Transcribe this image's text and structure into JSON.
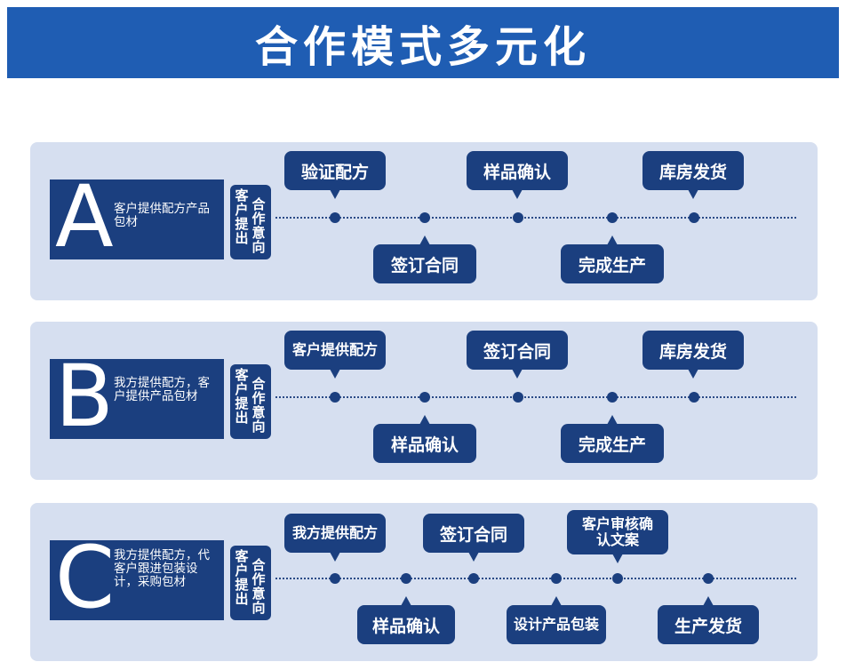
{
  "header": {
    "title": "合作模式多元化"
  },
  "panels": [
    {
      "letter": "A",
      "desc": "客户提供配方产品包材",
      "intent_col1": "客户提出",
      "intent_col2": "合作意向",
      "steps": [
        "验证配方",
        "签订合同",
        "样品确认",
        "完成生产",
        "库房发货"
      ]
    },
    {
      "letter": "B",
      "desc": "我方提供配方，客户提供产品包材",
      "intent_col1": "客户提出",
      "intent_col2": "合作意向",
      "steps": [
        "客户提供配方",
        "样品确认",
        "签订合同",
        "完成生产",
        "库房发货"
      ]
    },
    {
      "letter": "C",
      "desc": "我方提供配方，代客户跟进包装设计，采购包材",
      "intent_col1": "客户提出",
      "intent_col2": "合作意向",
      "steps": [
        "我方提供配方",
        "样品确认",
        "签订合同",
        "设计产品包装",
        "客户审核确认文案",
        "生产发货"
      ]
    }
  ],
  "colors": {
    "header": "#1f5db3",
    "panel": "#d6dff0",
    "box": "#1b3f7f"
  }
}
